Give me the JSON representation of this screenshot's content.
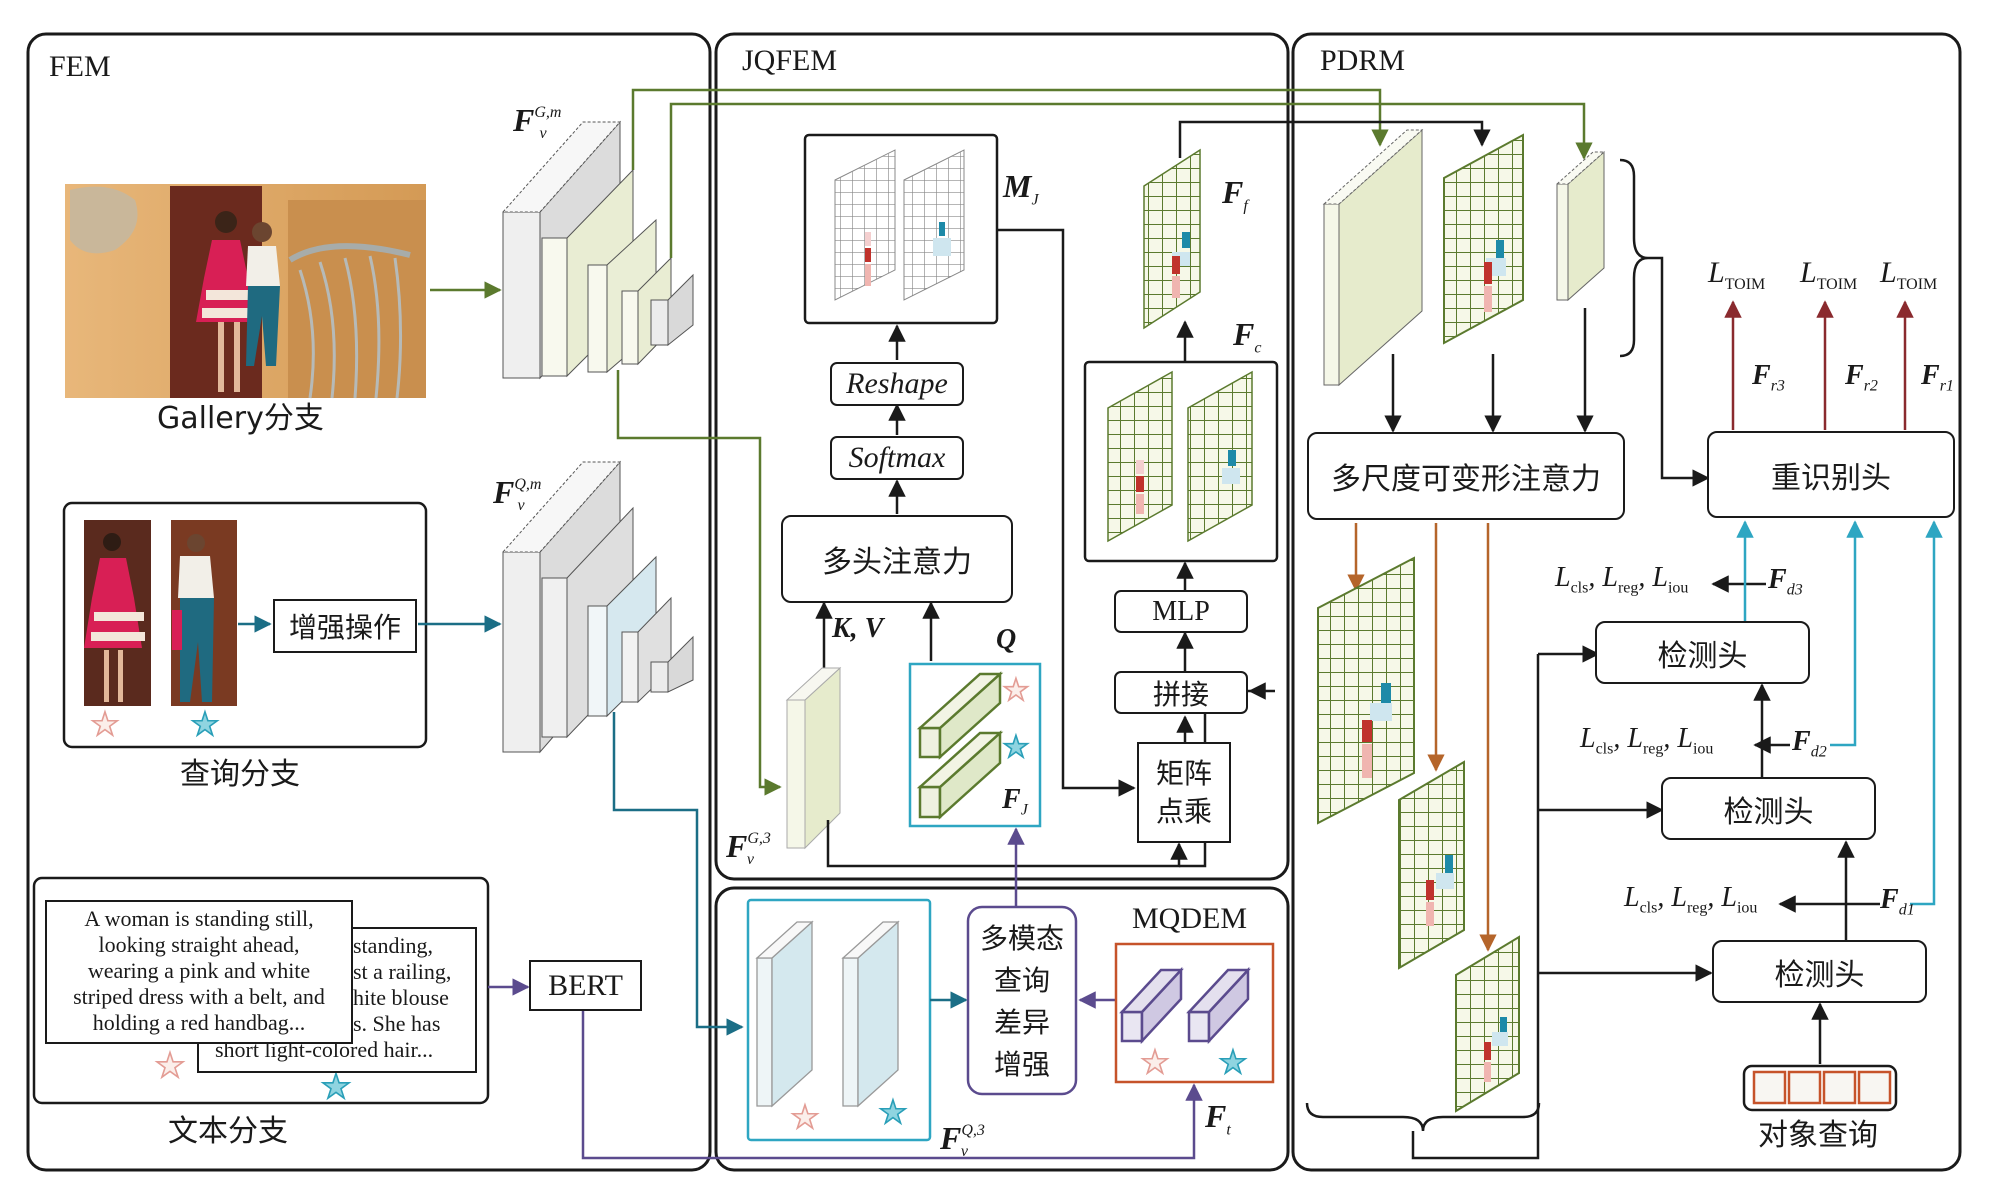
{
  "panels": {
    "fem": "FEM",
    "jqfem": "JQFEM",
    "mqdem": "MQDEM",
    "pdrm": "PDRM"
  },
  "fem": {
    "gallery_label": "Gallery分支",
    "query_label": "查询分支",
    "text_label": "文本分支",
    "augment_box": "增强操作",
    "bert_box": "BERT",
    "gallery_feature": {
      "base": "F",
      "sub": "v",
      "sup": "G,m"
    },
    "query_feature": {
      "base": "F",
      "sub": "v",
      "sup": "Q,m"
    },
    "text_card_front": [
      "A woman is standing still,",
      "looking straight ahead,",
      "wearing a pink and white",
      "striped dress with a belt, and",
      "holding a red handbag..."
    ],
    "text_card_back": [
      "standing,",
      "st a railing,",
      "hite blouse",
      "s. She has",
      "short light-colored hair..."
    ],
    "query_images": [
      "woman-pink-dress",
      "woman-white-blouse"
    ],
    "gallery_image": "two-women-on-staircase"
  },
  "jqfem": {
    "reshape": "Reshape",
    "softmax": "Softmax",
    "mha": "多头注意力",
    "mlp": "MLP",
    "concat": "拼接",
    "matmul_line1": "矩阵",
    "matmul_line2": "点乘",
    "kv_label": "K, V",
    "q_label": "Q",
    "mj": {
      "base": "M",
      "sub": "J"
    },
    "ff": {
      "base": "F",
      "sub": "f"
    },
    "fc": {
      "base": "F",
      "sub": "c"
    },
    "fj": {
      "base": "F",
      "sub": "J"
    },
    "fvg3": {
      "base": "F",
      "sub": "v",
      "sup": "G,3"
    }
  },
  "mqdem": {
    "module_lines": [
      "多模态",
      "查询",
      "差异",
      "增强"
    ],
    "fvq3": {
      "base": "F",
      "sub": "v",
      "sup": "Q,3"
    },
    "ft": {
      "base": "F",
      "sub": "t"
    }
  },
  "pdrm": {
    "msda": "多尺度可变形注意力",
    "reid_head": "重识别头",
    "det_head": "检测头",
    "object_query": "对象查询",
    "toim_losses": [
      {
        "base": "L",
        "sub": "TOIM"
      },
      {
        "base": "L",
        "sub": "TOIM"
      },
      {
        "base": "L",
        "sub": "TOIM"
      }
    ],
    "reid_feats": [
      {
        "base": "F",
        "sub": "r3"
      },
      {
        "base": "F",
        "sub": "r2"
      },
      {
        "base": "F",
        "sub": "r1"
      }
    ],
    "det_feats": [
      {
        "base": "F",
        "sub": "d3"
      },
      {
        "base": "F",
        "sub": "d2"
      },
      {
        "base": "F",
        "sub": "d1"
      }
    ],
    "det_losses": "L_cls, L_reg, L_iou",
    "det_loss_parts": [
      {
        "base": "L",
        "sub": "cls"
      },
      {
        "base": "L",
        "sub": "reg"
      },
      {
        "base": "L",
        "sub": "iou"
      }
    ]
  },
  "colors": {
    "green": "#5b7a2e",
    "teal": "#1b6e86",
    "purple": "#5b4b8e",
    "orange": "#b5652a",
    "darkred": "#8a2a2e",
    "cyan": "#2ea6c2",
    "red_cell": "#c0322c",
    "blue_cell": "#1d8aa8",
    "pink_star": "#e39c94",
    "teal_star": "#2a9fb8"
  }
}
